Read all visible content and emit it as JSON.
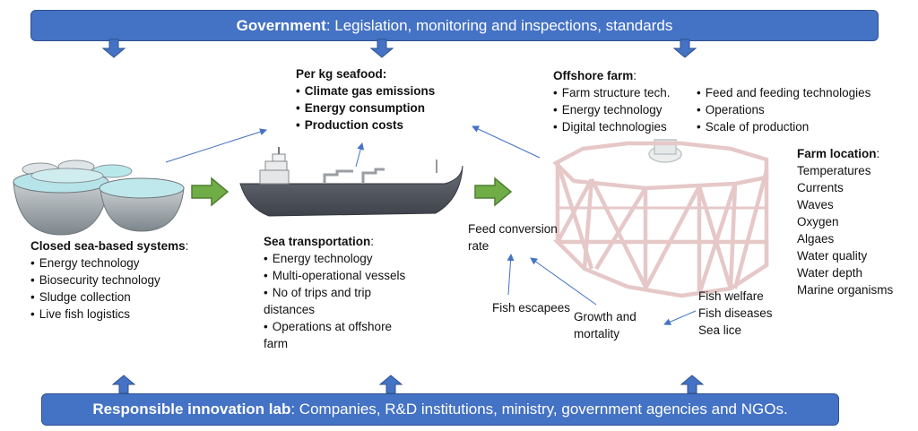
{
  "government": {
    "title": "Government",
    "text": ": Legislation, monitoring and inspections, standards"
  },
  "innovation_lab": {
    "title": "Responsible innovation lab",
    "text": ": Companies, R&D institutions, ministry, government agencies and NGOs."
  },
  "per_kg": {
    "heading": "Per kg seafood:",
    "items": [
      "Climate gas emissions",
      "Energy consumption",
      "Production costs"
    ]
  },
  "offshore_farm": {
    "heading": "Offshore farm",
    "suffix": ":",
    "items_left": [
      "Farm structure tech.",
      "Energy technology",
      "Digital technologies"
    ],
    "items_right": [
      "Feed and feeding technologies",
      "Operations",
      "Scale of production"
    ]
  },
  "farm_location": {
    "heading": "Farm location",
    "suffix": ":",
    "items": [
      "Temperatures",
      "Currents",
      "Waves",
      "Oxygen",
      "Algaes",
      "Water quality",
      "Water depth",
      "Marine organisms"
    ]
  },
  "closed_systems": {
    "heading": "Closed sea-based systems",
    "suffix": ":",
    "items": [
      "Energy technology",
      "Biosecurity technology",
      "Sludge collection",
      "Live fish logistics"
    ]
  },
  "sea_transport": {
    "heading": "Sea transportation",
    "suffix": ":",
    "items": [
      "Energy technology",
      "Multi-operational vessels",
      "No of trips and trip distances",
      "Operations at offshore farm"
    ]
  },
  "feed_conversion": {
    "line1": "Feed conversion",
    "line2": "rate"
  },
  "fish_escapees": "Fish escapees",
  "growth": {
    "line1": "Growth and",
    "line2": "mortality"
  },
  "fish_welfare": [
    "Fish welfare",
    "Fish diseases",
    "Sea lice"
  ],
  "colors": {
    "banner": "#4472c4",
    "flow_arrow": "#70ad47",
    "farm_frame": "#e6c8c8",
    "connector": "#4472c4"
  }
}
